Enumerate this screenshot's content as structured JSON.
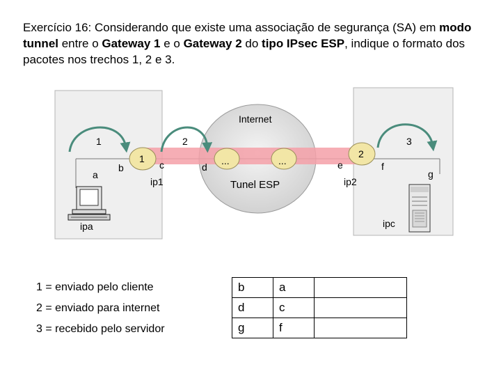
{
  "heading": {
    "p1": "Exercício 16: Considerando que existe uma associação de segurança (SA) em ",
    "b1": "modo tunnel",
    "p2": " entre o ",
    "b2": "Gateway 1",
    "p3": " e o  ",
    "b3": "Gateway 2",
    "p4": " do ",
    "b4": "tipo IPsec ESP",
    "p5": ", indique o formato dos pacotes nos trechos 1, 2 e 3."
  },
  "diagram": {
    "internet": "Internet",
    "tunnel": "Tunel ESP",
    "segment_1": "1",
    "segment_2": "2",
    "segment_3": "3",
    "gateway1_num": "1",
    "gateway2_num": "2",
    "point_a": "a",
    "point_b": "b",
    "point_c": "c",
    "point_d": "d",
    "point_e": "e",
    "point_f": "f",
    "point_g": "g",
    "ellipsis_left": "...",
    "ellipsis_right": "...",
    "ip1": "ip1",
    "ip2": "ip2",
    "ipa": "ipa",
    "ipc": "ipc",
    "tunnel_color": "#f4a0a8",
    "arrow_color": "#4a8c7c"
  },
  "legend": [
    "1 = enviado pelo cliente",
    "2 = enviado para internet",
    "3 = recebido pelo servidor"
  ],
  "packet_table": [
    [
      "b",
      "a",
      ""
    ],
    [
      "d",
      "c",
      ""
    ],
    [
      "g",
      "f",
      ""
    ]
  ]
}
